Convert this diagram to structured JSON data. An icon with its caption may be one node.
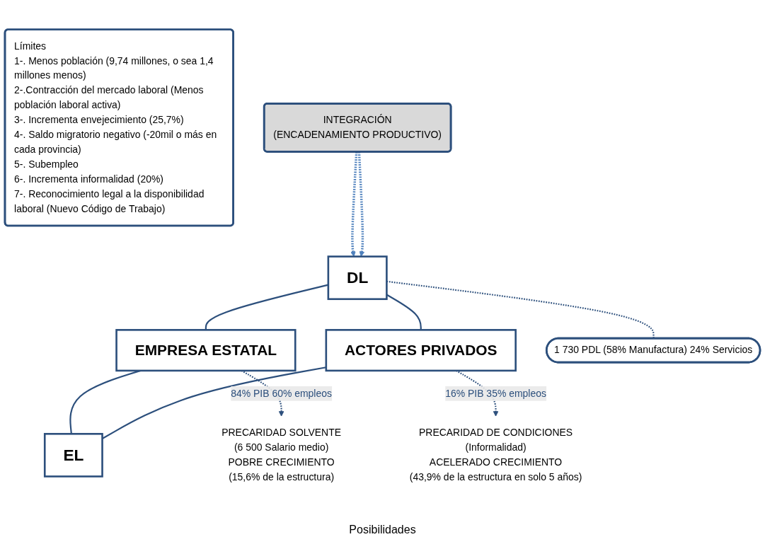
{
  "diagram": {
    "nodes": [
      {
        "text": [
          "DL"
        ]
      },
      {
        "text": [
          "EMPRESA ESTATAL"
        ]
      },
      {
        "text": [
          "ACTORES PRIVADOS"
        ]
      },
      {
        "text": [
          "1 730 PDL (58% Manufactura) 24% Servicios"
        ]
      },
      {
        "text": [
          "EL"
        ]
      },
      {
        "text": [
          "PRECARIDAD SOLVENTE",
          "(6 500 Salario medio)",
          "POBRE CRECIMIENTO",
          "(15,6% de la estructura)"
        ]
      },
      {
        "text": [
          "Límites",
          "1-. Menos población (9,74 millones, o sea 1,4 millones menos)",
          "2-.Contracción del mercado laboral (Menos población laboral activa)",
          "3-. Incrementa envejecimiento (25,7%)",
          "4-. Saldo migratorio negativo (-20mil o más en cada provincia)",
          "5-. Subempleo",
          "6-. Incrementa informalidad (20%)",
          "7-. Reconocimiento legal a la disponibilidad laboral (Nuevo Código de Trabajo)"
        ]
      },
      {
        "text": [
          "PRECARIDAD DE CONDICIONES",
          "(Informalidad)",
          "ACELERADO CRECIMIENTO",
          "(43,9% de la estructura en solo 5 años)"
        ]
      },
      {
        "text": [
          "INTEGRACIÓN",
          "(ENCADENAMIENTO PRODUCTIVO)"
        ]
      }
    ],
    "edges": [
      {
        "from": 0,
        "to": 1,
        "arrow": "none"
      },
      {
        "from": 0,
        "to": 2,
        "arrow": "none"
      },
      {
        "from": 0,
        "to": 3,
        "arrow": "none",
        "style": "dashed"
      },
      {
        "from": 1,
        "to": 4,
        "arrow": "none"
      },
      {
        "from": 2,
        "to": 4,
        "arrow": "none"
      },
      {
        "from": 1,
        "to": 5,
        "arrow": "to",
        "style": "dashed",
        "label": "84% PIB 60% empleos"
      },
      {
        "from": 2,
        "to": 7,
        "arrow": "to",
        "style": "dashed",
        "label": "16% PIB 35% empleos"
      },
      {
        "from": 8,
        "to": 0,
        "arrow": "to",
        "style": "dashed",
        "color": "#4f81bd"
      },
      {
        "from": 8,
        "to": 0,
        "arrow": "to",
        "style": "dashed",
        "color": "#4f81bd"
      }
    ],
    "labels": [
      "Posibilidades"
    ]
  }
}
